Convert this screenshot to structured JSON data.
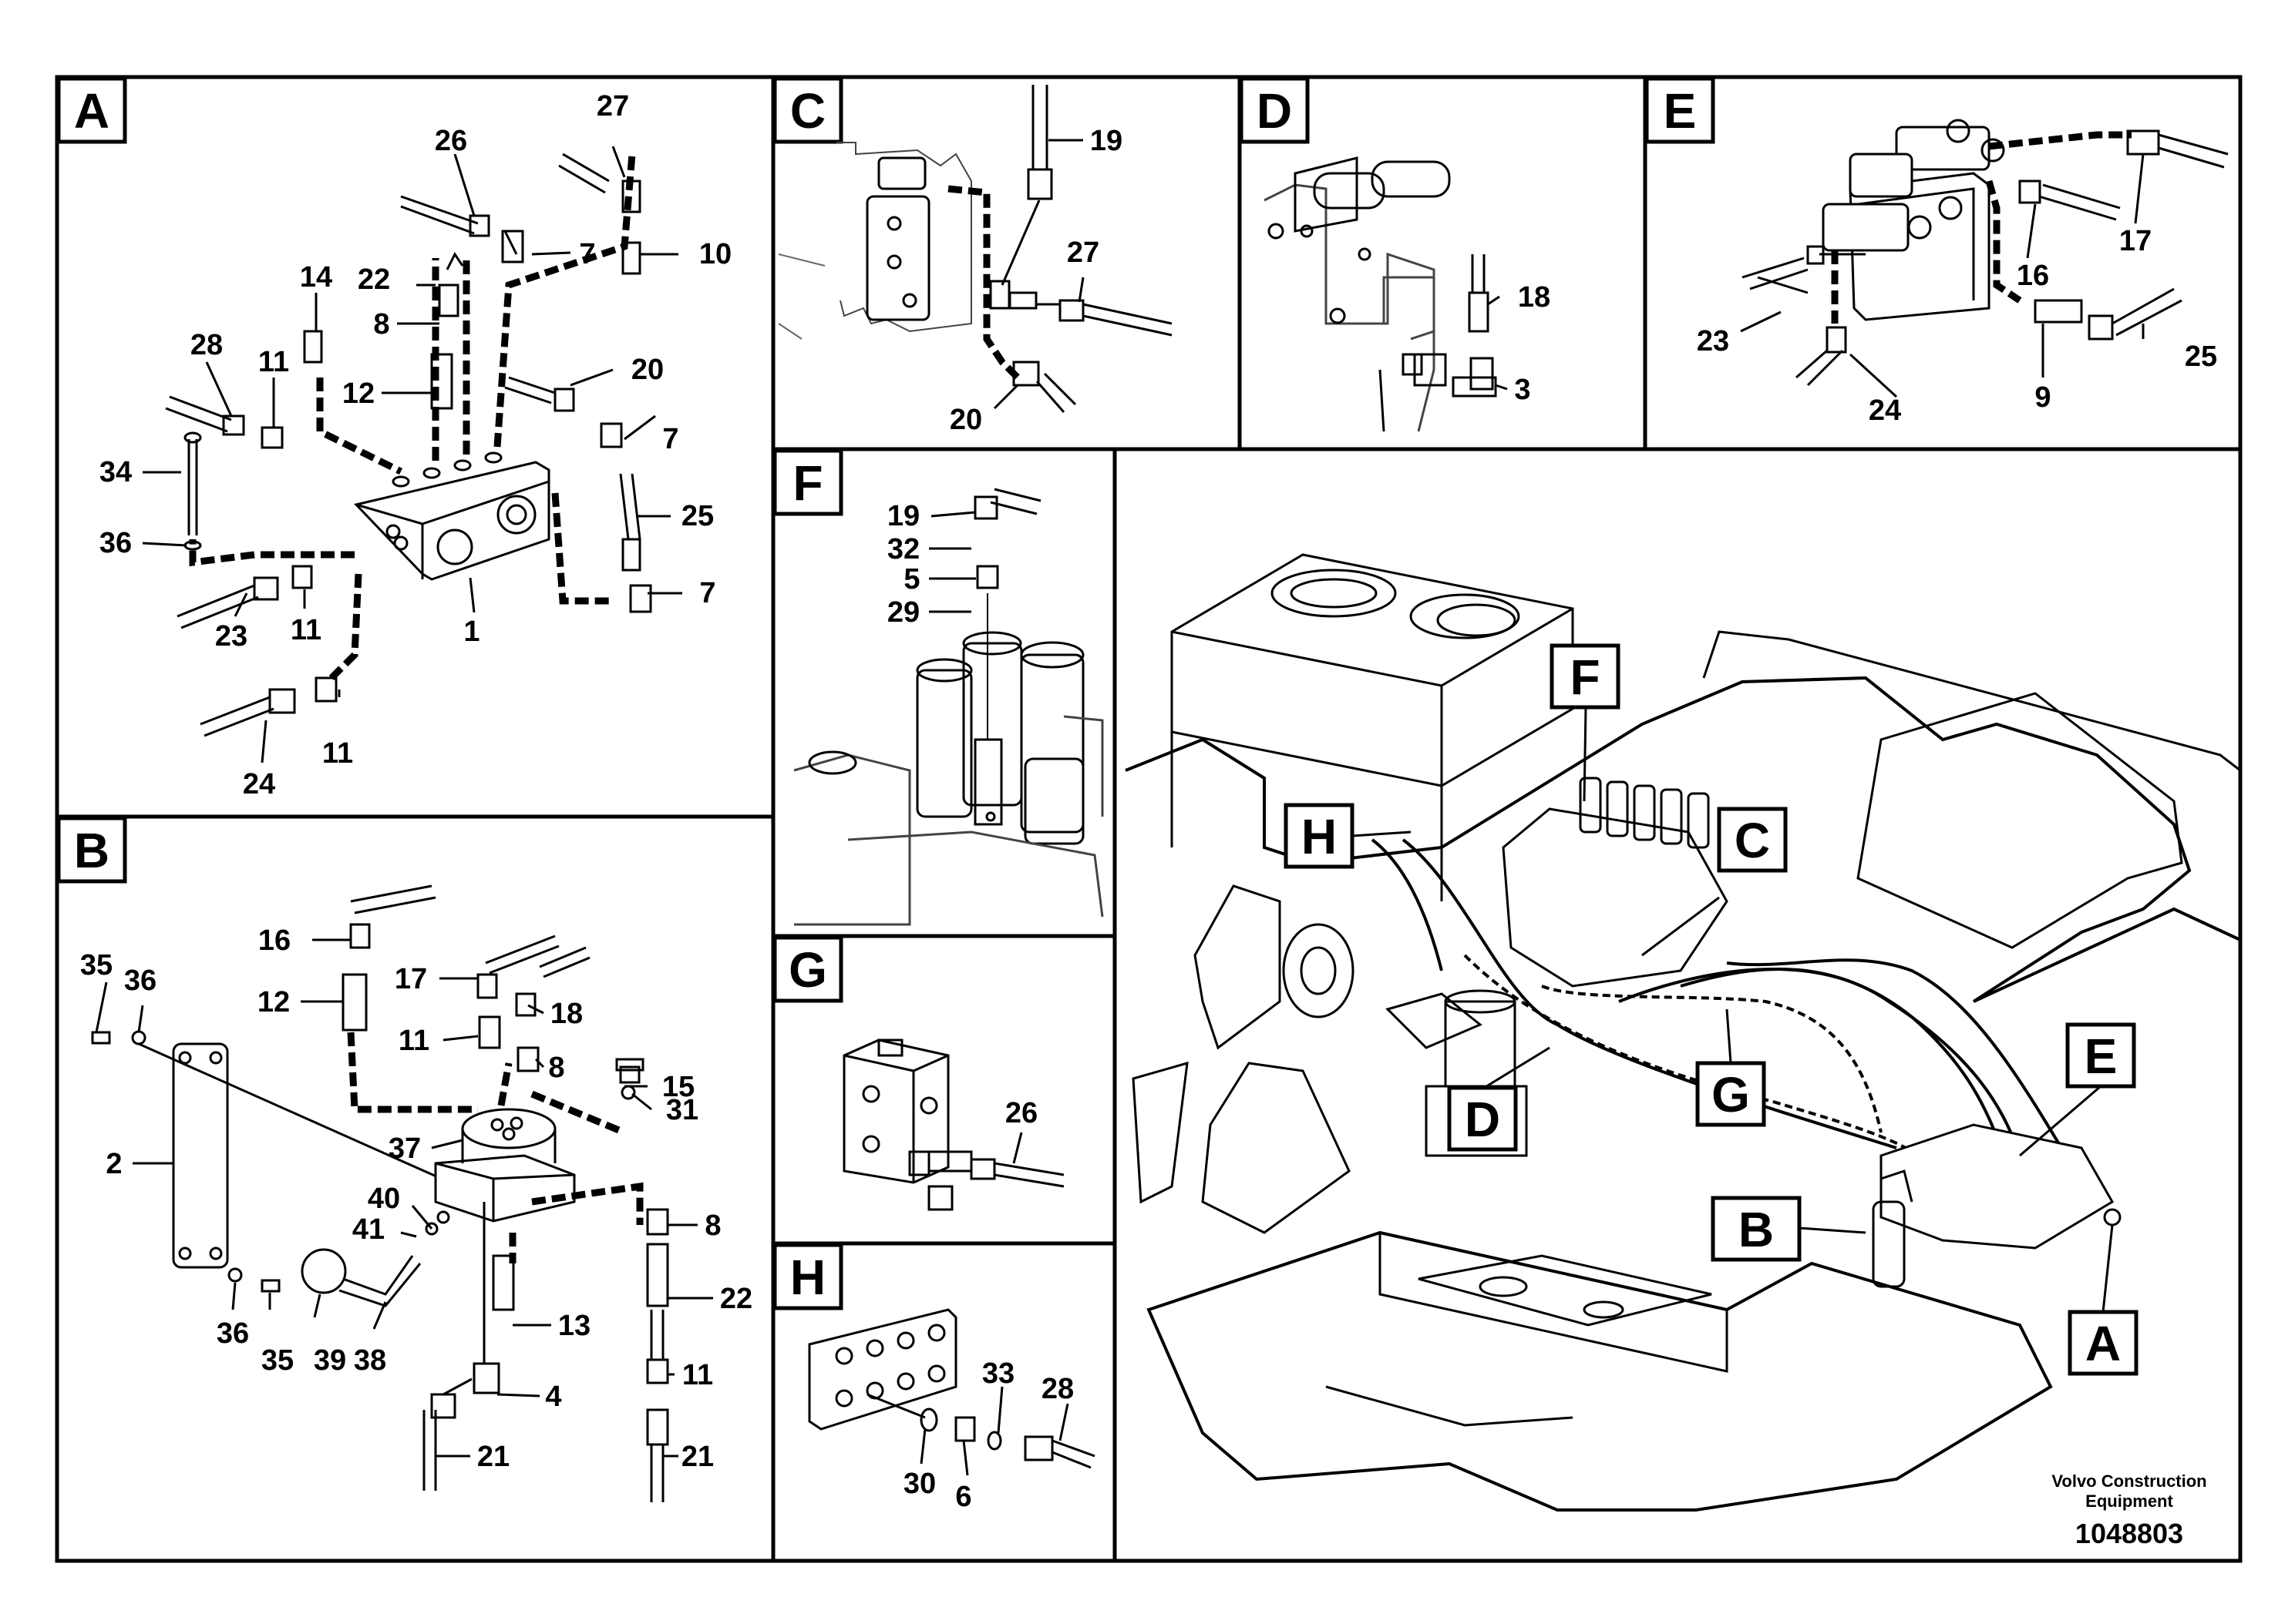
{
  "panels": [
    {
      "id": "A",
      "label": "A"
    },
    {
      "id": "B",
      "label": "B"
    },
    {
      "id": "C",
      "label": "C"
    },
    {
      "id": "D",
      "label": "D"
    },
    {
      "id": "E",
      "label": "E"
    },
    {
      "id": "F",
      "label": "F"
    },
    {
      "id": "G",
      "label": "G"
    },
    {
      "id": "H",
      "label": "H"
    }
  ],
  "callouts": {
    "A": [
      "27",
      "26",
      "7",
      "10",
      "14",
      "22",
      "8",
      "28",
      "11",
      "12",
      "20",
      "7",
      "34",
      "25",
      "36",
      "7",
      "1",
      "23",
      "11",
      "24",
      "11"
    ],
    "B": [
      "16",
      "35",
      "36",
      "12",
      "17",
      "18",
      "11",
      "8",
      "15",
      "31",
      "2",
      "37",
      "40",
      "41",
      "8",
      "22",
      "13",
      "36",
      "35",
      "39",
      "38",
      "4",
      "11",
      "21",
      "21"
    ],
    "C": [
      "19",
      "27",
      "20"
    ],
    "D": [
      "18",
      "3"
    ],
    "E": [
      "17",
      "16",
      "23",
      "25",
      "24",
      "9"
    ],
    "F": [
      "19",
      "32",
      "5",
      "29"
    ],
    "G": [
      "26"
    ],
    "H": [
      "33",
      "28",
      "30",
      "6"
    ]
  },
  "overview_labels": [
    "F",
    "H",
    "C",
    "G",
    "D",
    "E",
    "B",
    "A"
  ],
  "footer": {
    "company_line1": "Volvo Construction",
    "company_line2": "Equipment",
    "drawing_number": "1048803"
  }
}
